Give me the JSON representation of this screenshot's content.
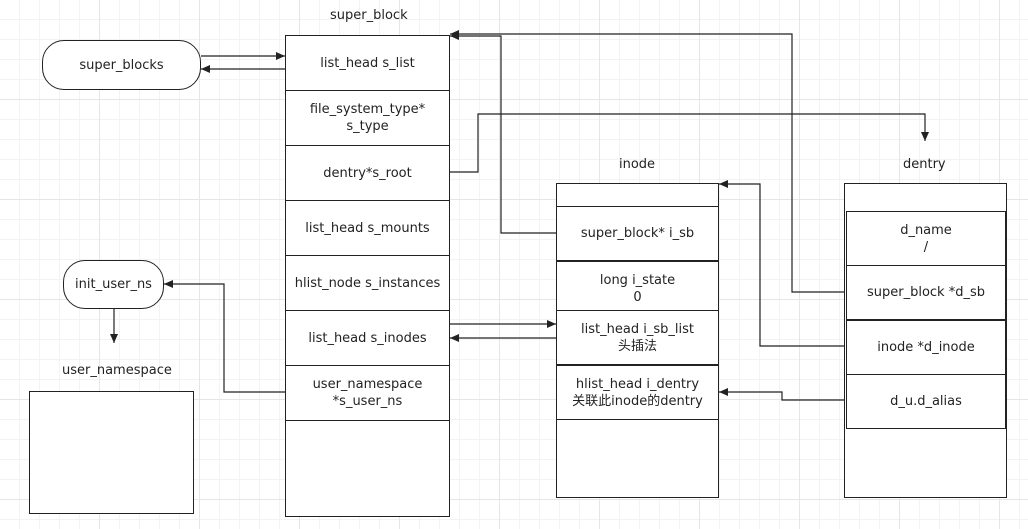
{
  "titles": {
    "super_block": "super_block",
    "inode": "inode",
    "dentry": "dentry",
    "user_namespace": "user_namespace"
  },
  "super_blocks": "super_blocks",
  "init_user_ns": "init_user_ns",
  "super_block_fields": [
    {
      "line1": "list_head s_list",
      "line2": ""
    },
    {
      "line1": "file_system_type*",
      "line2": "s_type"
    },
    {
      "line1": "dentry*s_root",
      "line2": ""
    },
    {
      "line1": "list_head s_mounts",
      "line2": ""
    },
    {
      "line1": "hlist_node s_instances",
      "line2": ""
    },
    {
      "line1": "list_head s_inodes",
      "line2": ""
    },
    {
      "line1": "user_namespace",
      "line2": "*s_user_ns"
    }
  ],
  "inode_fields": [
    {
      "line1": "super_block* i_sb",
      "line2": ""
    },
    {
      "line1": "long i_state",
      "line2": "0"
    },
    {
      "line1": "list_head i_sb_list",
      "line2": "头插法"
    },
    {
      "line1": "hlist_head i_dentry",
      "line2": "关联此inode的dentry"
    }
  ],
  "dentry_fields": [
    {
      "line1": "d_name",
      "line2": "/"
    },
    {
      "line1": "super_block *d_sb",
      "line2": ""
    },
    {
      "line1": "inode *d_inode",
      "line2": ""
    },
    {
      "line1": "d_u.d_alias",
      "line2": ""
    }
  ]
}
